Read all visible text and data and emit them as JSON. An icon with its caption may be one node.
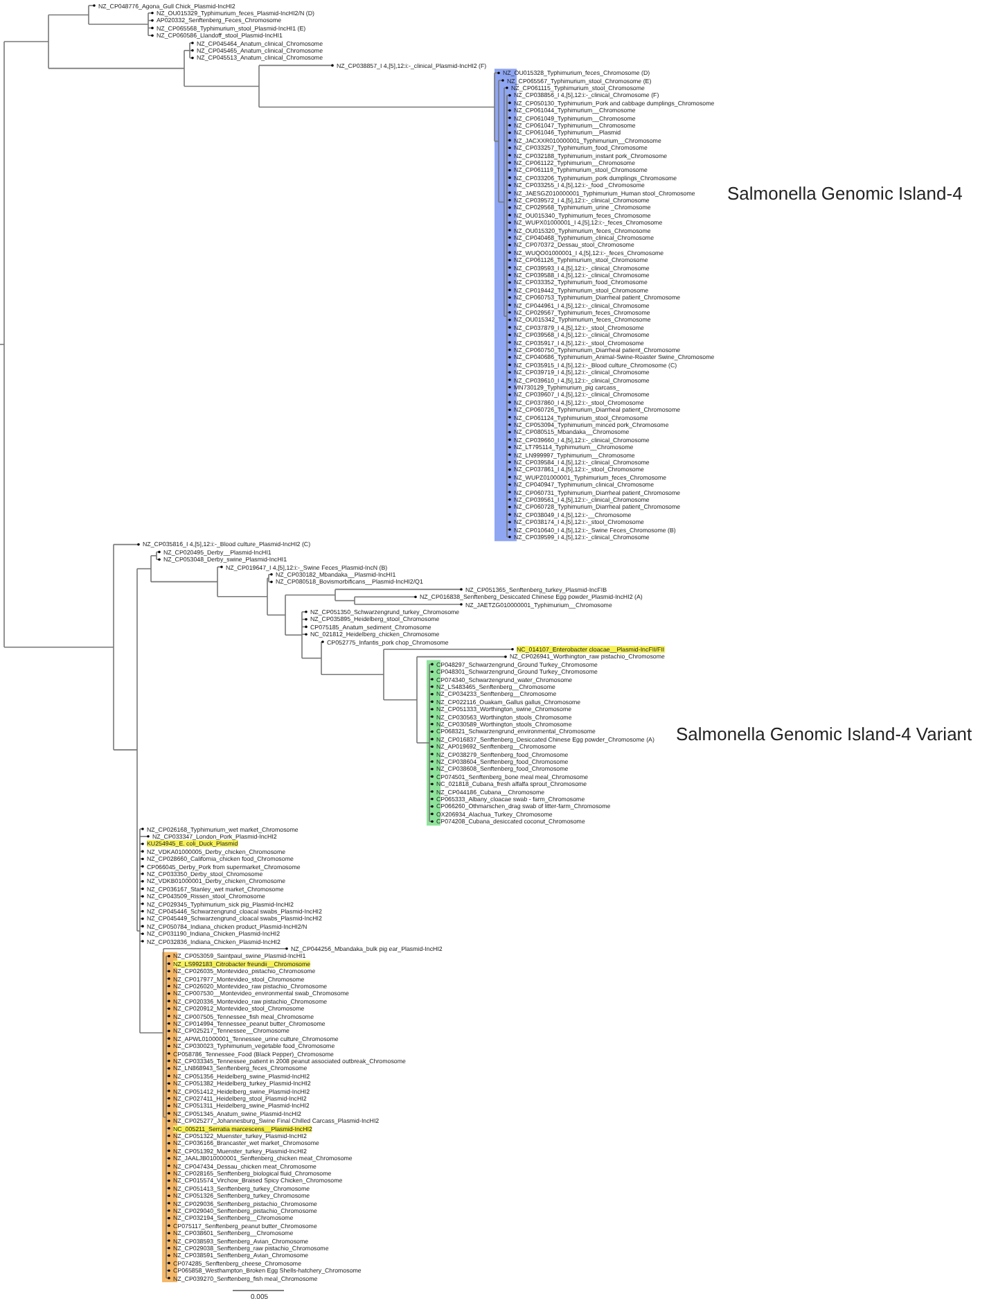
{
  "diagram": {
    "labels": [
      "NZ_CP048776_Agona_Gull Chick_Plasmid-IncHI2",
      "NZ_OU015329_Typhimurium_feces_Plasmid-IncHI2/N (D)",
      "AP020332_Senftenberg_Feces_Chromosome",
      "NZ_CP065568_Typhimurium_stool_Plasmid-IncHI1 (E)",
      "NZ_CP060586_Llandoff_stool_Plasmid-IncHI1",
      "NZ_CP045464_Anatum_clinical_Chromosome",
      "NZ_CP045465_Anatum_clinical_Chromosome",
      "NZ_CP045513_Anatum_clinical_Chromosome",
      "NZ_CP038857_I 4,[5],12:i:-_clinical_Plasmid-IncHI2 (F)",
      "NZ_OU015328_Typhimurium_feces_Chromosome (D)",
      "NZ_CP065567_Typhimurium_stool_Chromosome (E)",
      "NZ_CP061115_Typhimurium_stool_Chromosome",
      "NZ_CP038856_I 4,[5],12:i:-_clinical_Chromosome (F)",
      "NZ_CP050130_Typhimurium_Pork and cabbage dumplings_Chromosome",
      "NZ_CP061044_Typhimurium__Chromosome",
      "NZ_CP061049_Typhimurium__Chromosome",
      "NZ_CP061047_Typhimurium__Chromosome",
      "NZ_CP061046_Typhimurium__Plasmid",
      "NZ_JACXXR010000001_Typhimurium__Chromosome",
      "NZ_CP033257_Typhimurium_food_Chromosome",
      "NZ_CP032188_Typhimurium_instant pork_Chromosome",
      "NZ_CP061122_Typhimurium__Chromosome",
      "NZ_CP061119_Typhimurium_stool_Chromosome",
      "NZ_CP033206_Typhimurium_pork dumplings_Chromosome",
      "NZ_CP033255_I 4,[5],12:i:-_food _Chromosome",
      "NZ_JAESGZ010000001_Typhimurium_Human stool_Chromosome",
      "NZ_CP039572_I 4,[5],12:i:-_clinical_Chromosome",
      "NZ_CP029568_Typhimurium_urine _Chromosome",
      "NZ_OU015340_Typhimurium_feces_Chromosome",
      "NZ_WUPX01000001_I 4,[5],12:i:-_feces_Chromosome",
      "NZ_OU015320_Typhimurium_feces_Chromosome",
      "NZ_CP040468_Typhimurium_clinical_Chromosome",
      "NZ_CP070372_Dessau_stool_Chromosome",
      "NZ_WUQO01000001_I 4,[5],12:i:-_feces_Chromosome",
      "NZ_CP061126_Typhimurium_stool_Chromosome",
      "NZ_CP039593_I 4,[5],12:i:-_clinical_Chromosome",
      "NZ_CP039588_I 4,[5],12:i:-_clinical_Chromosome",
      "NZ_CP033352_Typhimurium_food_Chromosome",
      "NZ_CP019442_Typhimurium_stool_Chromosome",
      "NZ_CP060753_Typhimurium_Diarrheal patient_Chromosome",
      "NZ_CP044961_I 4,[5],12:i:-_clinical_Chromosome",
      "NZ_CP029567_Typhimurium_feces_Chromosome",
      "NZ_OU015342_Typhimurium_feces_Chromosome",
      "NZ_CP037879_I 4,[5],12:i:-_stool_Chromosome",
      "NZ_CP039568_I 4,[5],12:i:-_clinical_Chromosome",
      "NZ_CP035917_I 4,[5],12:i:-_stool_Chromosome",
      "NZ_CP060750_Typhimurium_Diarrheal patient_Chromosome",
      "NZ_CP040686_Typhimurium_Animal-Swine-Roaster Swine_Chromosome",
      "NZ_CP035915_I 4,[5],12:i:-_Blood culture_Chromosome (C)",
      "NZ_CP039719_I 4,[5],12:i:-_clinical_Chromosome",
      "NZ_CP039610_I 4,[5],12:i:-_clinical_Chromosome",
      "MN730129_Typhimurium_pig carcass_",
      "NZ_CP039607_I 4,[5],12:i:-_clinical_Chromosome",
      "NZ_CP037860_I 4,[5],12:i:-_stool_Chromosome",
      "NZ_CP060726_Typhimurium_Diarrheal patient_Chromosome",
      "NZ_CP061124_Typhimurium_stool_Chromosome",
      "NZ_CP053094_Typhimurium_minced pork_Chromosome",
      "NZ_CP080515_Mbandaka__Chromosome",
      "NZ_CP039660_I 4,[5],12:i:-_clinical_Chromosome",
      "NZ_LT795114_Typhimurium__Chromosome",
      "NZ_LN999997_Typhimurium__Chromosome",
      "NZ_CP039584_I 4,[5],12:i:-_clinical_Chromosome",
      "NZ_CP037861_I 4,[5],12:i:-_stool_Chromosome",
      "NZ_WUPZ01000001_Typhimurium_feces_Chromosome",
      "NZ_CP040947_Typhimurium_clinical_Chromosome",
      "NZ_CP060731_Typhimurium_Diarrheal patient_Chromosome",
      "NZ_CP039561_I 4,[5],12:i:-_clinical_Chromosome",
      "NZ_CP060728_Typhimurium_Diarrheal patient_Chromosome",
      "NZ_CP038049_I 4,[5],12:i:-__Chromosome",
      "NZ_CP038174_I 4,[5],12:i:-_stool_Chromosome",
      "NZ_CP010640_I 4,[5],12:i:-_Swine Feces_Chromosome (B)",
      "NZ_CP039599_I 4,[5],12:i:-_clinical_Chromosome",
      "Salmonella Genomic Island-4",
      "NZ_CP035816_I 4,[5],12:i:-_Blood culture_Plasmid-IncHI2 (C)",
      "NZ_CP020495_Derby__Plasmid-IncHI1",
      "NZ_CP053048_Derby_swine_Plasmid-IncHI1",
      "NZ_CP019647_I 4,[5],12:i:-_Swine Feces_Plasmid-IncN (B)",
      "NZ_CP030182_Mbandaka__Plasmid-IncHI1",
      "NZ_CP080518_Bovismorbificans__Plasmid-IncHI2/Q1",
      "NZ_CP051365_Senftenberg_turkey_Plasmid-IncFIB",
      "NZ_CP016838_Senftenberg_Desiccated Chinese Egg powder_Plasmid-IncHI2 (A)",
      "NZ_JAETZG010000001_Typhimurium__Chromosome",
      "NZ_CP051350_Schwarzengrund_turkey_Chromosome",
      "NZ_CP035895_Heidelberg_stool_Chromosome",
      "CP075185_Anatum_sediment_Chromosome",
      "NC_021812_Heidelberg_chicken_Chromosome",
      "CP052775_Infantis_pork chop_Chromosome",
      "NC_014107_Enterobacter cloacae__Plasmid-IncFII/FII",
      "NZ_CP026941_Worthington_raw pistachio_Chromosome",
      "CP048297_Schwarzengrund_Ground Turkey_Chromosome",
      "CP048301_Schwarzengrund_Ground Turkey_Chromosome",
      "CP074340_Schwarzengrund_water_Chromosome",
      "NZ_LS483465_Senftenberg__Chromosome",
      "NZ_CP034233_Senftenberg__Chromosome",
      "NZ_CP022116_Ouakam_Gallus gallus_Chromosome",
      "NZ_CP051333_Worthington_swine_Chromosome",
      "NZ_CP030563_Worthington_stools_Chromosome",
      "NZ_CP030589_Worthington_stools_Chromosome",
      "CP068321_Schwarzengrund_environmental_Chromosome",
      "NZ_CP016837_Senftenberg_Desiccated Chinese Egg powder_Chromosome (A)",
      "NZ_AP019692_Senftenberg__Chromosome",
      "NZ_CP038279_Senftenberg_food_Chromosome",
      "NZ_CP038604_Senftenberg_food_Chromosome",
      "NZ_CP038608_Senftenberg_food_Chromosome",
      "CP074501_Senftenberg_bone meal meal_Chromosome",
      "NC_021818_Cubana_fresh alfalfa sprout_Chromosome",
      "NZ_CP044186_Cubana__Chromosome",
      "CP065333_Albany_cloacae swab - farm_Chromosome",
      "CP066260_Othmarschen_drag swab of litter-farm_Chromosome",
      "OX206934_Alachua_Turkey_Chromosome",
      "CP074208_Cubana_desiccated coconut_Chromosome",
      "Salmonella Genomic Island-4 Variant",
      "NZ_CP026168_Typhimurium_wet market_Chromosome",
      "NZ_CP033347_London_Pork_Plasmid-IncHI2",
      "KU254945_E. coli_Duck_Plasmid",
      "NZ_VDKA01000005_Derby_chicken_Chromosome",
      "NZ_CP028660_California_chicken food_Chromosome",
      "CP066045_Derby_Pork from supermarket_Chromosome",
      "NZ_CP033350_Derby_stool_Chromosome",
      "NZ_VDKB01000001_Derby_chicken_Chromosome",
      "NZ_CP036167_Stanley_wet market_Chromosome",
      "NZ_CP043509_Rissen_stool_Chromosome",
      "NZ_CP029345_Typhimurium_sick pig_Plasmid-IncHI2",
      "NZ_CP045446_Schwarzengrund_cloacal swabs_Plasmid-IncHI2",
      "NZ_CP045449_Schwarzengrund_cloacal swabs_Plasmid-IncHI2",
      "NZ_CP050784_Indiana_chicken product_Plasmid-IncHI2/N",
      "NZ_CP031190_Indiana_Chicken_Plasmid-IncHI2",
      "NZ_CP032836_Indiana_Chicken_Plasmid-IncHI2",
      "NZ_CP044256_Mbandaka_bulk pig ear_Plasmid-IncHI2",
      "NZ_CP053059_Saintpaul_swine_Plasmid-IncHI1",
      "NZ_LS992183_Citrobacter freundii__Chromosome",
      "NZ_CP026035_Montevideo_pistachio_Chromosome",
      "NZ_CP017977_Montevideo_stool_Chromosome",
      "NZ_CP026020_Montevideo_raw pistachio_Chromosome",
      "NZ_CP007530__Montevideo_environmental swab_Chromosome",
      "NZ_CP020336_Montevideo_raw pistachio_Chromosome",
      "NZ_CP020912_Montevideo_stool_Chromosome",
      "NZ_CP007505_Tennessee_fish meal_Chromosome",
      "NZ_CP014994_Tennessee_peanut butter_Chromosome",
      "NZ_CP025217_Tennessee__Chromosome",
      "NZ_APWL01000001_Tennessee_urine culture_Chromosome",
      "NZ_CP030023_Typhimurium_vegetable food_Chromosome",
      "CP058786_Tennessee_Food (Black Pepper)_Chromosome",
      "NZ_CP033345_Tennessee_patient in 2008 peanut associated outbreak_Chromosome",
      "NZ_LN868943_Senftenberg_feces_Chromosome",
      "NZ_CP051356_Heidelberg_swine_Plasmid-IncHI2",
      "NZ_CP051382_Heidelberg_turkey_Plasmid-IncHI2",
      "NZ_CP051412_Heidelberg_swine_Plasmid-IncHI2",
      "NZ_CP027411_Heidelberg_stool_Plasmid-IncHI2",
      "NZ_CP051311_Heidelberg_swine_Plasmid-IncHI2",
      "NZ_CP051345_Anatum_swine_Plasmid-IncHI2",
      "NZ_CP025277_Johannesburg_Swine Final Chilled Carcass_Plasmid-IncHI2",
      "NC_005211_Serratia marcescens__Plasmid-IncHI2",
      "NZ_CP051322_Muenster_turkey_Plasmid-IncHI2",
      "NZ_CP036166_Brancaster_wet market_Chromosome",
      "NZ_CP051392_Muenster_turkey_Plasmid-IncHI2",
      "NZ_JAALJB010000001_Senftenberg_chicken meat_Chromosome",
      "NZ_CP047434_Dessau_chicken meat_Chromosome",
      "NZ_CP028165_Senftenberg_biological fluid_Chromosome",
      "NZ_CP015574_Virchow_Braised Spicy Chicken_Chromosome",
      "NZ_CP051413_Senftenberg_turkey_Chromosome",
      "NZ_CP051326_Senftenberg_turkey_Chromosome",
      "NZ_CP029036_Senftenberg_pistachio_Chromosome",
      "NZ_CP029040_Senftenberg_pistachio_Chromosome",
      "NZ_CP032194_Senftenberg__Chromosome",
      "CP075117_Senftenberg_peanut butter_Chromosome",
      "NZ_CP038601_Senftenberg__Chromosome",
      "NZ_CP038593_Senftenberg_Avian_Chromosome",
      "NZ_CP029038_Senftenberg_raw pistachio_Chromosome",
      "NZ_CP038591_Senftenberg_Avian_Chromosome",
      "CP074285_Senftenberg_cheese_Chromosome",
      "CP065858_Westhampton_Broken Egg Shells-hatchery_Chromosome",
      "NZ_CP039270_Senftenberg_fish meal_Chromosome",
      "0.005"
    ]
  }
}
